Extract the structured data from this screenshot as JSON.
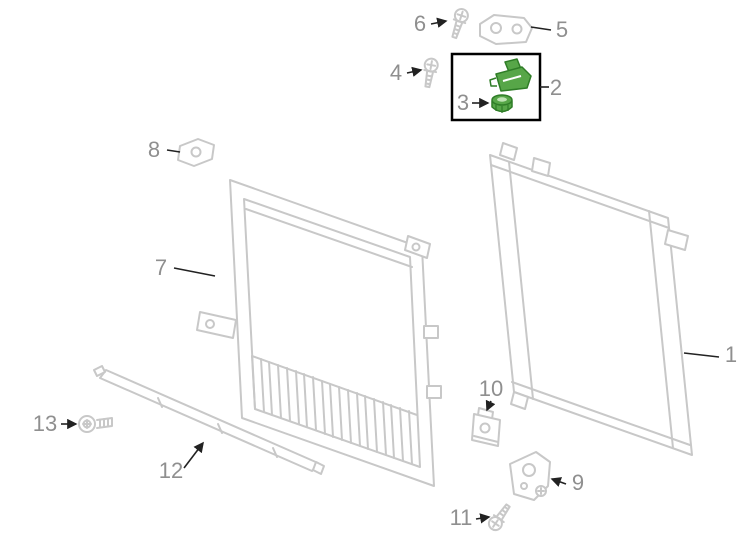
{
  "figure": {
    "kind": "exploded-parts-diagram",
    "background": "#ffffff",
    "art_color": "#c8c8c8",
    "label_color": "#8f8f8f",
    "arrow_color": "#222222",
    "highlight_box_color": "#000000",
    "highlight_part_fill": "#57a648",
    "highlight_part_stroke": "#2f7d27",
    "callouts": [
      {
        "num": "1"
      },
      {
        "num": "2"
      },
      {
        "num": "3"
      },
      {
        "num": "4"
      },
      {
        "num": "5"
      },
      {
        "num": "6"
      },
      {
        "num": "7"
      },
      {
        "num": "8"
      },
      {
        "num": "9"
      },
      {
        "num": "10"
      },
      {
        "num": "11"
      },
      {
        "num": "12"
      },
      {
        "num": "13"
      }
    ]
  }
}
